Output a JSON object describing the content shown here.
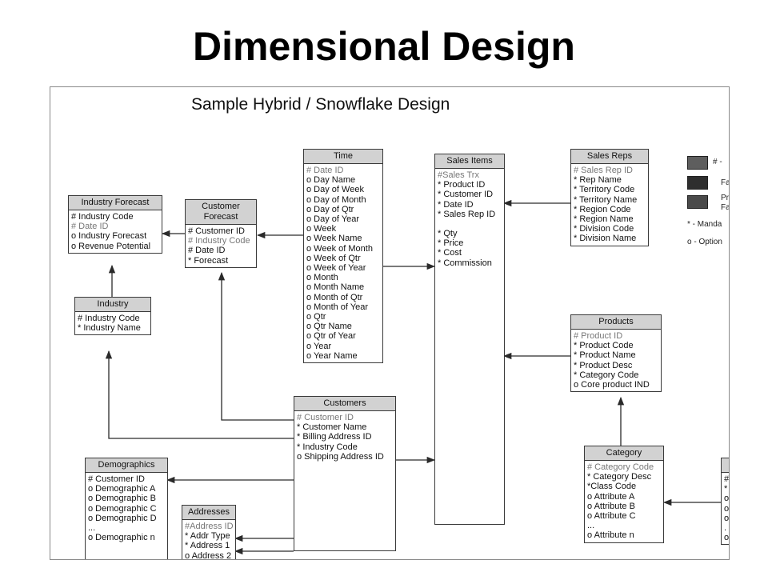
{
  "slide": {
    "title": "Dimensional Design"
  },
  "diagram": {
    "title": "Sample Hybrid / Snowflake Design"
  },
  "entities": {
    "industry_forecast": {
      "title": "Industry Forecast",
      "attrs": [
        {
          "text": "# Industry Code"
        },
        {
          "text": "# Date ID",
          "muted": true
        },
        {
          "text": "o Industry Forecast"
        },
        {
          "text": "o Revenue Potential"
        }
      ]
    },
    "customer_forecast": {
      "title": "Customer Forecast",
      "attrs": [
        {
          "text": "# Customer ID"
        },
        {
          "text": "# Industry Code",
          "muted": true
        },
        {
          "text": "# Date ID"
        },
        {
          "text": "* Forecast"
        }
      ]
    },
    "industry": {
      "title": "Industry",
      "attrs": [
        {
          "text": "# Industry Code"
        },
        {
          "text": "* Industry Name"
        }
      ]
    },
    "time": {
      "title": "Time",
      "attrs": [
        {
          "text": "# Date ID",
          "muted": true
        },
        {
          "text": "o Day Name"
        },
        {
          "text": "o Day of Week"
        },
        {
          "text": "o Day of Month"
        },
        {
          "text": "o Day of Qtr"
        },
        {
          "text": "o Day of Year"
        },
        {
          "text": "o Week"
        },
        {
          "text": "o Week Name"
        },
        {
          "text": "o Week of Month"
        },
        {
          "text": "o Week of Qtr"
        },
        {
          "text": "o Week of Year"
        },
        {
          "text": "o Month"
        },
        {
          "text": "o Month Name"
        },
        {
          "text": "o Month of Qtr"
        },
        {
          "text": "o Month of Year"
        },
        {
          "text": "o Qtr"
        },
        {
          "text": "o Qtr Name"
        },
        {
          "text": "o Qtr of Year"
        },
        {
          "text": "o Year"
        },
        {
          "text": "o Year Name"
        }
      ]
    },
    "sales_items": {
      "title": "Sales Items",
      "attrs": [
        {
          "text": "#Sales Trx",
          "muted": true
        },
        {
          "text": "* Product ID"
        },
        {
          "text": "* Customer ID"
        },
        {
          "text": "* Date ID"
        },
        {
          "text": "* Sales Rep ID"
        },
        {
          "text": ""
        },
        {
          "text": "* Qty"
        },
        {
          "text": "* Price"
        },
        {
          "text": "* Cost"
        },
        {
          "text": "* Commission"
        }
      ]
    },
    "sales_reps": {
      "title": "Sales Reps",
      "attrs": [
        {
          "text": "# Sales Rep ID",
          "muted": true
        },
        {
          "text": "* Rep Name"
        },
        {
          "text": "* Territory Code"
        },
        {
          "text": "* Territory Name"
        },
        {
          "text": "* Region Code"
        },
        {
          "text": "* Region Name"
        },
        {
          "text": "* Division Code"
        },
        {
          "text": "* Division Name"
        }
      ]
    },
    "products": {
      "title": "Products",
      "attrs": [
        {
          "text": "# Product ID",
          "muted": true
        },
        {
          "text": "* Product Code"
        },
        {
          "text": "* Product Name"
        },
        {
          "text": "* Product Desc"
        },
        {
          "text": "* Category Code"
        },
        {
          "text": "o Core product IND"
        }
      ]
    },
    "customers": {
      "title": "Customers",
      "attrs": [
        {
          "text": "# Customer ID",
          "muted": true
        },
        {
          "text": "* Customer Name"
        },
        {
          "text": "* Billing Address ID"
        },
        {
          "text": "* Industry Code"
        },
        {
          "text": "o Shipping Address ID"
        }
      ]
    },
    "demographics": {
      "title": "Demographics",
      "attrs": [
        {
          "text": "# Customer ID"
        },
        {
          "text": "o Demographic A"
        },
        {
          "text": "o Demographic B"
        },
        {
          "text": "o Demographic C"
        },
        {
          "text": "o Demographic D"
        },
        {
          "text": "..."
        },
        {
          "text": "o Demographic n"
        }
      ]
    },
    "addresses": {
      "title": "Addresses",
      "attrs": [
        {
          "text": "#Address ID",
          "muted": true
        },
        {
          "text": "* Addr Type"
        },
        {
          "text": "* Address 1"
        },
        {
          "text": "o Address 2"
        }
      ]
    },
    "category": {
      "title": "Category",
      "attrs": [
        {
          "text": "# Category Code",
          "muted": true
        },
        {
          "text": "* Category Desc"
        },
        {
          "text": "*Class Code"
        },
        {
          "text": "o Attribute A"
        },
        {
          "text": "o Attribute B"
        },
        {
          "text": "o Attribute C"
        },
        {
          "text": "..."
        },
        {
          "text": "o Attribute n"
        }
      ]
    },
    "clipped_right": {
      "title": "",
      "attrs": [
        {
          "text": "#"
        },
        {
          "text": "*"
        },
        {
          "text": "o"
        },
        {
          "text": "o"
        },
        {
          "text": "o"
        },
        {
          "text": "."
        },
        {
          "text": "o"
        }
      ]
    }
  },
  "legend": {
    "items": [
      {
        "swatch_color": "#5e5e5e",
        "text": "# -"
      },
      {
        "swatch_color": "#2e2e2e",
        "text": "Fa"
      },
      {
        "swatch_color": "#4a4a4a",
        "text": "Pr",
        "text2": "Fa"
      }
    ],
    "mandatory": "* - Manda",
    "optional": "o - Option"
  },
  "colors": {
    "header_fill": "#d2d2d2",
    "line": "#3a3a3a",
    "muted_text": "#777777"
  }
}
